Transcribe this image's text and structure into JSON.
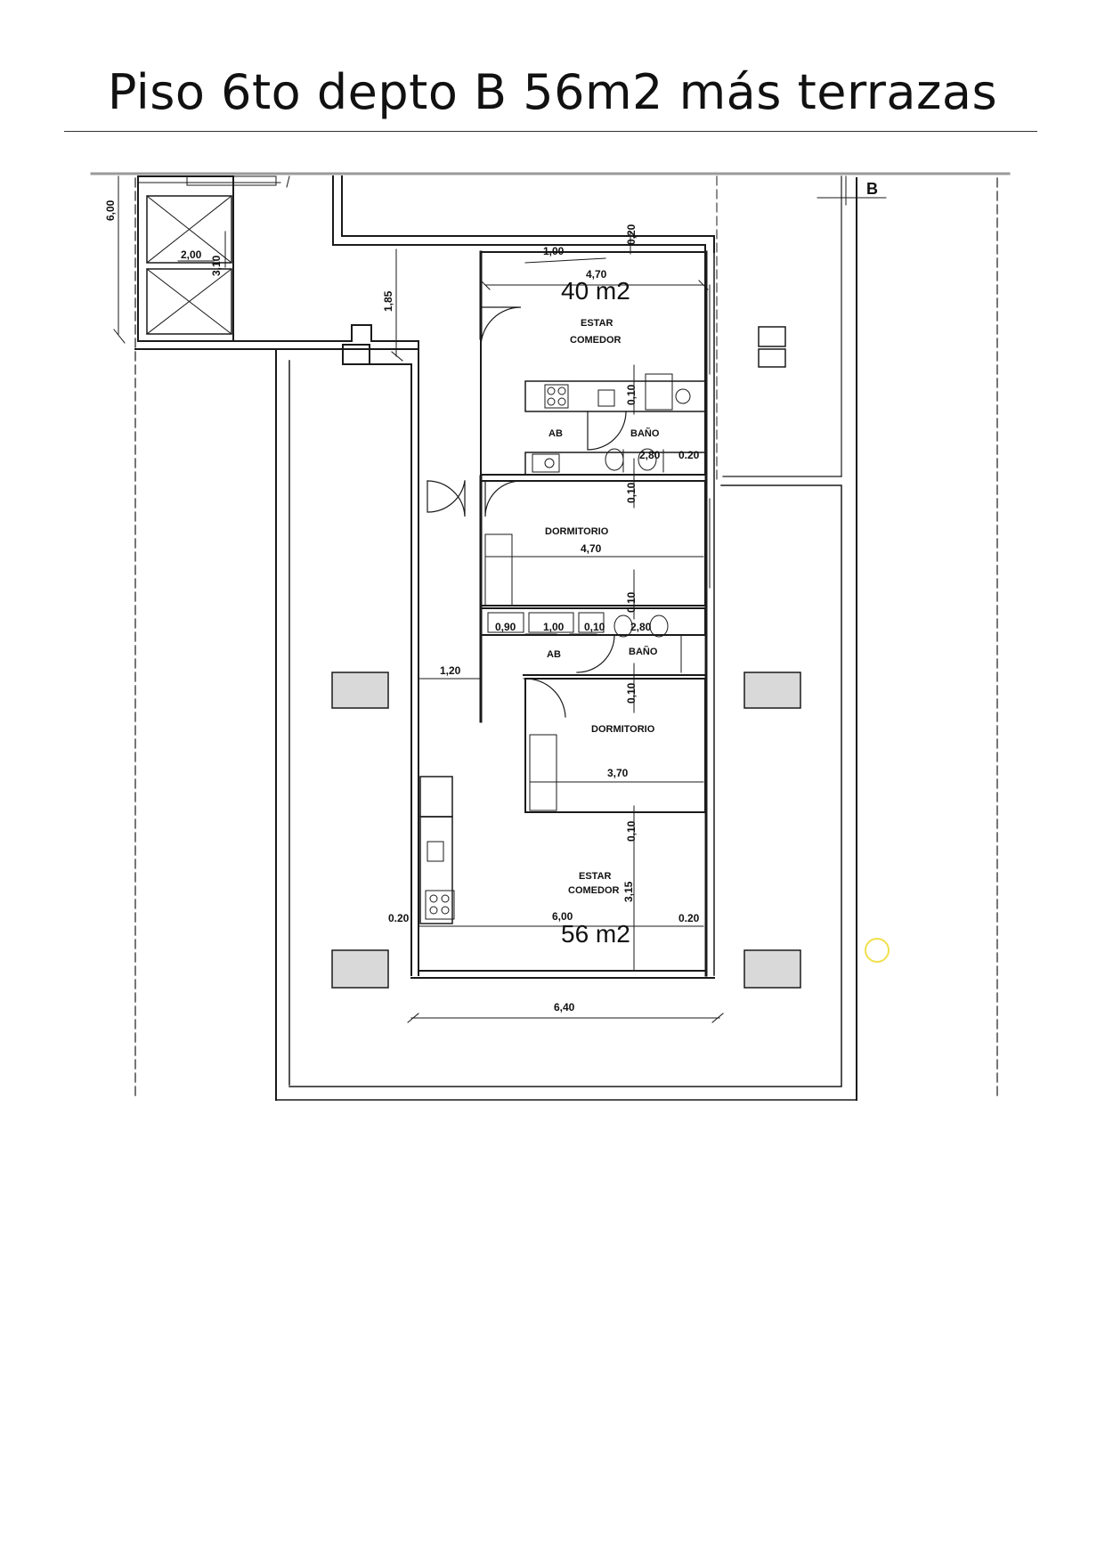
{
  "title": "Piso 6to depto B 56m2 más terrazas",
  "plan": {
    "section_marker": "B",
    "unit_40": {
      "area": "40 m2",
      "room_living": [
        "ESTAR",
        "COMEDOR"
      ],
      "room_bath": "BAÑO",
      "room_ab": "AB",
      "room_bedroom": "DORMITORIO"
    },
    "unit_56": {
      "area": "56 m2",
      "room_bath": "BAÑO",
      "room_ab": "AB",
      "room_bedroom": "DORMITORIO",
      "room_living": [
        "ESTAR",
        "COMEDOR"
      ]
    },
    "dimensions": {
      "d_6_00_top": "6,00",
      "d_2_00": "2,00",
      "d_3_10": "3,10",
      "d_1_85": "1,85",
      "d_1_00_top": "1,00",
      "d_0_20_top": "0,20",
      "d_4_70_top": "4,70",
      "d_0_10_a": "0,10",
      "d_2_80_a": "2,80",
      "d_0_20_a": "0.20",
      "d_0_10_b": "0,10",
      "d_4_70_mid": "4,70",
      "d_0_10_c": "0,10",
      "d_0_90": "0,90",
      "d_1_00_mid": "1,00",
      "d_0_10_d": "0,10",
      "d_2_80_b": "2,80",
      "d_1_20": "1,20",
      "d_0_10_e": "0,10",
      "d_3_70": "3,70",
      "d_0_10_f": "0,10",
      "d_3_15": "3,15",
      "d_0_20_left": "0.20",
      "d_6_00_bottom": "6,00",
      "d_0_20_right": "0.20",
      "d_6_40": "6,40"
    }
  }
}
